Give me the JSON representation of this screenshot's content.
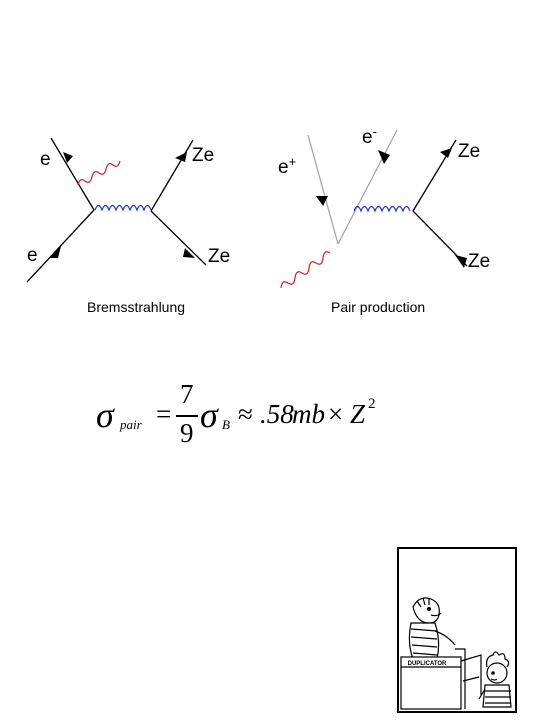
{
  "bremsstrahlung": {
    "caption": "Bremsstrahlung",
    "label_e_out": "e",
    "label_e_in": "e",
    "label_ze_out": "Ze",
    "label_ze_in": "Ze"
  },
  "pair_production": {
    "caption": "Pair production",
    "label_e_minus": "e",
    "label_e_minus_sign": "-",
    "label_e_plus": "e",
    "label_e_plus_sign": "+",
    "label_ze_out": "Ze",
    "label_ze_in": "Ze"
  },
  "formula": {
    "sigma_pair": "σ",
    "sub_pair": "pair",
    "equals": "=",
    "numerator": "7",
    "denominator": "9",
    "sigma_b": "σ",
    "sub_b": "B",
    "approx": "≈",
    "value": ".58",
    "unit": "mb",
    "times": "×",
    "z": "Z",
    "exponent": "2"
  },
  "cartoon": {
    "sign_text": "DUPLICATOR"
  },
  "colors": {
    "photon_red": "#d42020",
    "exchange_blue": "#2030c8",
    "line": "#000000",
    "positron_line": "#a0a0a0"
  }
}
